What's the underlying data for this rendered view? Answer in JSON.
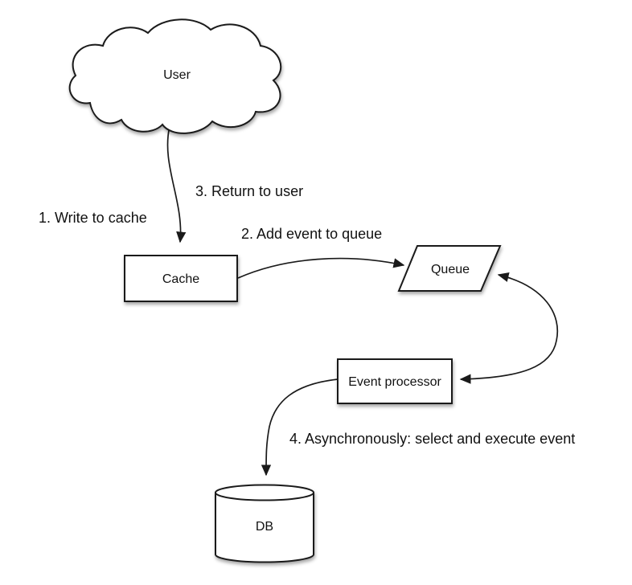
{
  "diagram": {
    "description": "Write-behind cache flow diagram",
    "colors": {
      "background": "#ffffff",
      "stroke": "#1a1a1a",
      "node_fill": "#ffffff",
      "text": "#111111"
    },
    "nodes": {
      "user": {
        "label": "User",
        "shape": "cloud"
      },
      "cache": {
        "label": "Cache",
        "shape": "rectangle"
      },
      "queue": {
        "label": "Queue",
        "shape": "parallelogram"
      },
      "event_processor": {
        "label": "Event processor",
        "shape": "rectangle"
      },
      "db": {
        "label": "DB",
        "shape": "cylinder"
      }
    },
    "edges": [
      {
        "from": "user",
        "to": "cache",
        "arrow": "to",
        "labels": [
          "1. Write to cache",
          "3. Return to user"
        ]
      },
      {
        "from": "cache",
        "to": "queue",
        "arrow": "to",
        "label": "2. Add event to queue"
      },
      {
        "from": "queue",
        "to": "event_processor",
        "arrow": "both",
        "label": ""
      },
      {
        "from": "event_processor",
        "to": "db",
        "arrow": "to",
        "label": "4. Asynchronously: select and execute event"
      }
    ]
  }
}
